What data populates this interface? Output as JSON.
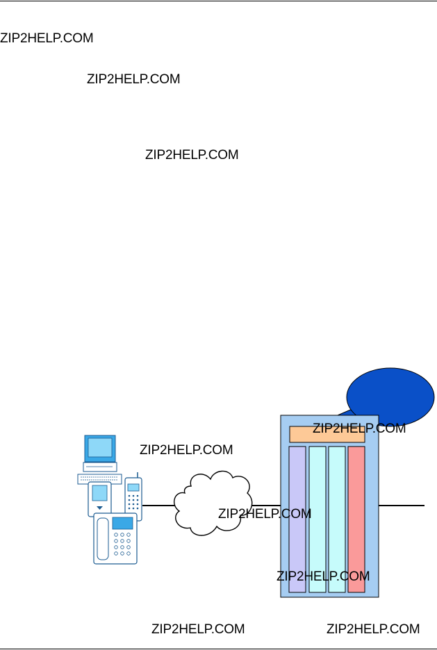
{
  "watermarks": [
    "ZIP2HELP.COM",
    "ZIP2HELP.COM",
    "ZIP2HELP.COM",
    "ZIP2HELP.COM",
    "ZIP2HELP.COM",
    "ZIP2HELP.COM",
    "ZIP2HELP.COM",
    "ZIP2HELP.COM",
    "ZIP2HELP.COM"
  ],
  "colors": {
    "callout_fill": "#0a50c8",
    "cabinet_fill": "#a6cdf2",
    "top_module": "#fdc997",
    "module_lavender": "#c9c8f8",
    "module_cyan": "#c6fbfb",
    "module_red": "#fa9a9a",
    "device_blue": "#3aa8e6",
    "screen_blue": "#8ed8f8"
  },
  "icons": [
    "computer-terminal-icon",
    "pda-icon",
    "cordless-phone-icon",
    "desk-phone-icon",
    "network-cloud-icon",
    "server-cabinet-icon",
    "speech-callout-icon"
  ]
}
